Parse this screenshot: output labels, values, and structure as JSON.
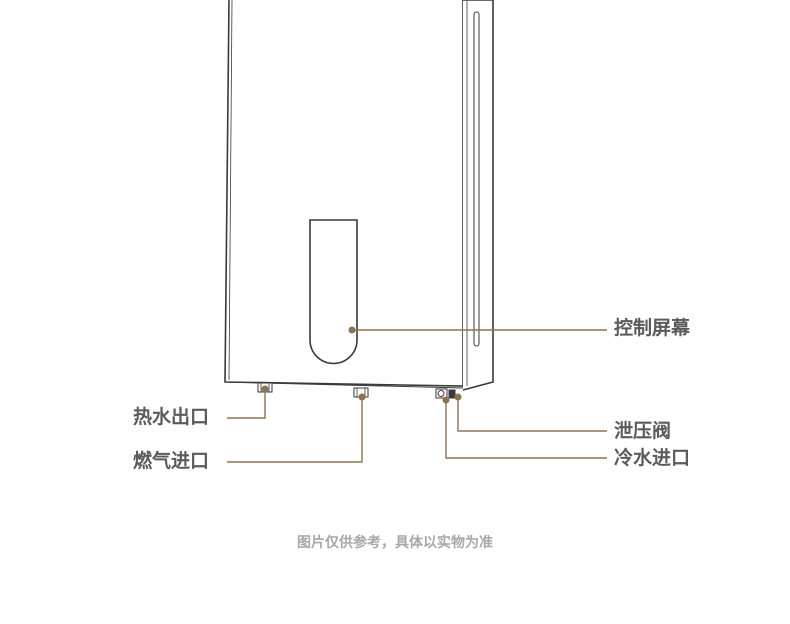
{
  "labels": {
    "hot_water_outlet": "热水出口",
    "gas_inlet": "燃气进口",
    "control_screen": "控制屏幕",
    "relief_valve": "泄压阀",
    "cold_water_inlet": "冷水进口"
  },
  "disclaimer": "图片仅供参考，具体以实物为准",
  "colors": {
    "leader_line": "#8b7355",
    "outline": "#3a3a3a",
    "label_text": "#5b5b5b",
    "disclaimer_text": "#a8a8a8"
  }
}
